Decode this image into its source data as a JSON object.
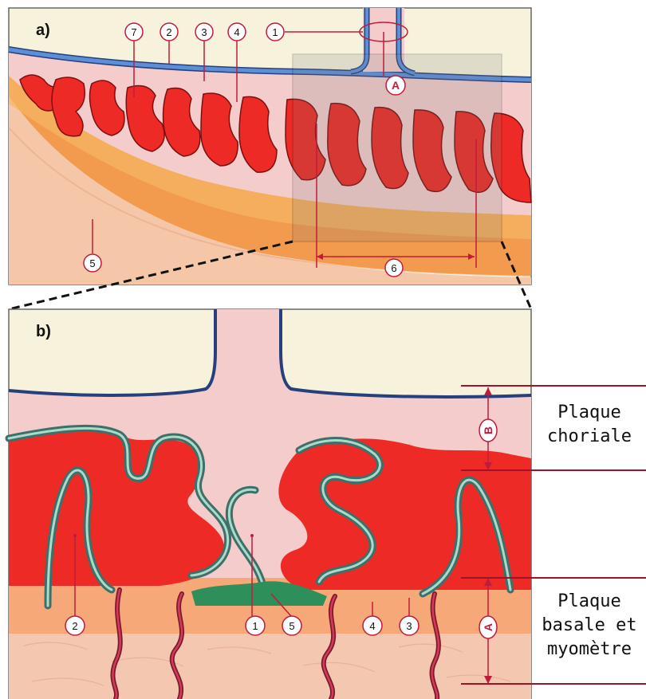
{
  "panel_a": {
    "letter": "a)",
    "callouts": [
      "1",
      "2",
      "3",
      "4",
      "5",
      "6",
      "7"
    ],
    "marker": "A"
  },
  "panel_b": {
    "letter": "b)",
    "callouts": [
      "1",
      "2",
      "3",
      "4",
      "5"
    ],
    "markers": [
      "A",
      "B"
    ]
  },
  "side_labels": {
    "chorionic": [
      "Plaque",
      "choriale"
    ],
    "basal": [
      "Plaque",
      "basale et",
      "myomètre"
    ]
  },
  "colors": {
    "amnion_pink": "#f4c6c4",
    "blood_red": "#ee2a26",
    "vessel_blue": "#4a78c4",
    "decidua_orange": "#f0a060",
    "myometrium": "#f3c2a6",
    "callout_red": "#c01c3a",
    "fibrin_green": "#2e8f5a",
    "villus_outline": "#3e6f6a"
  }
}
